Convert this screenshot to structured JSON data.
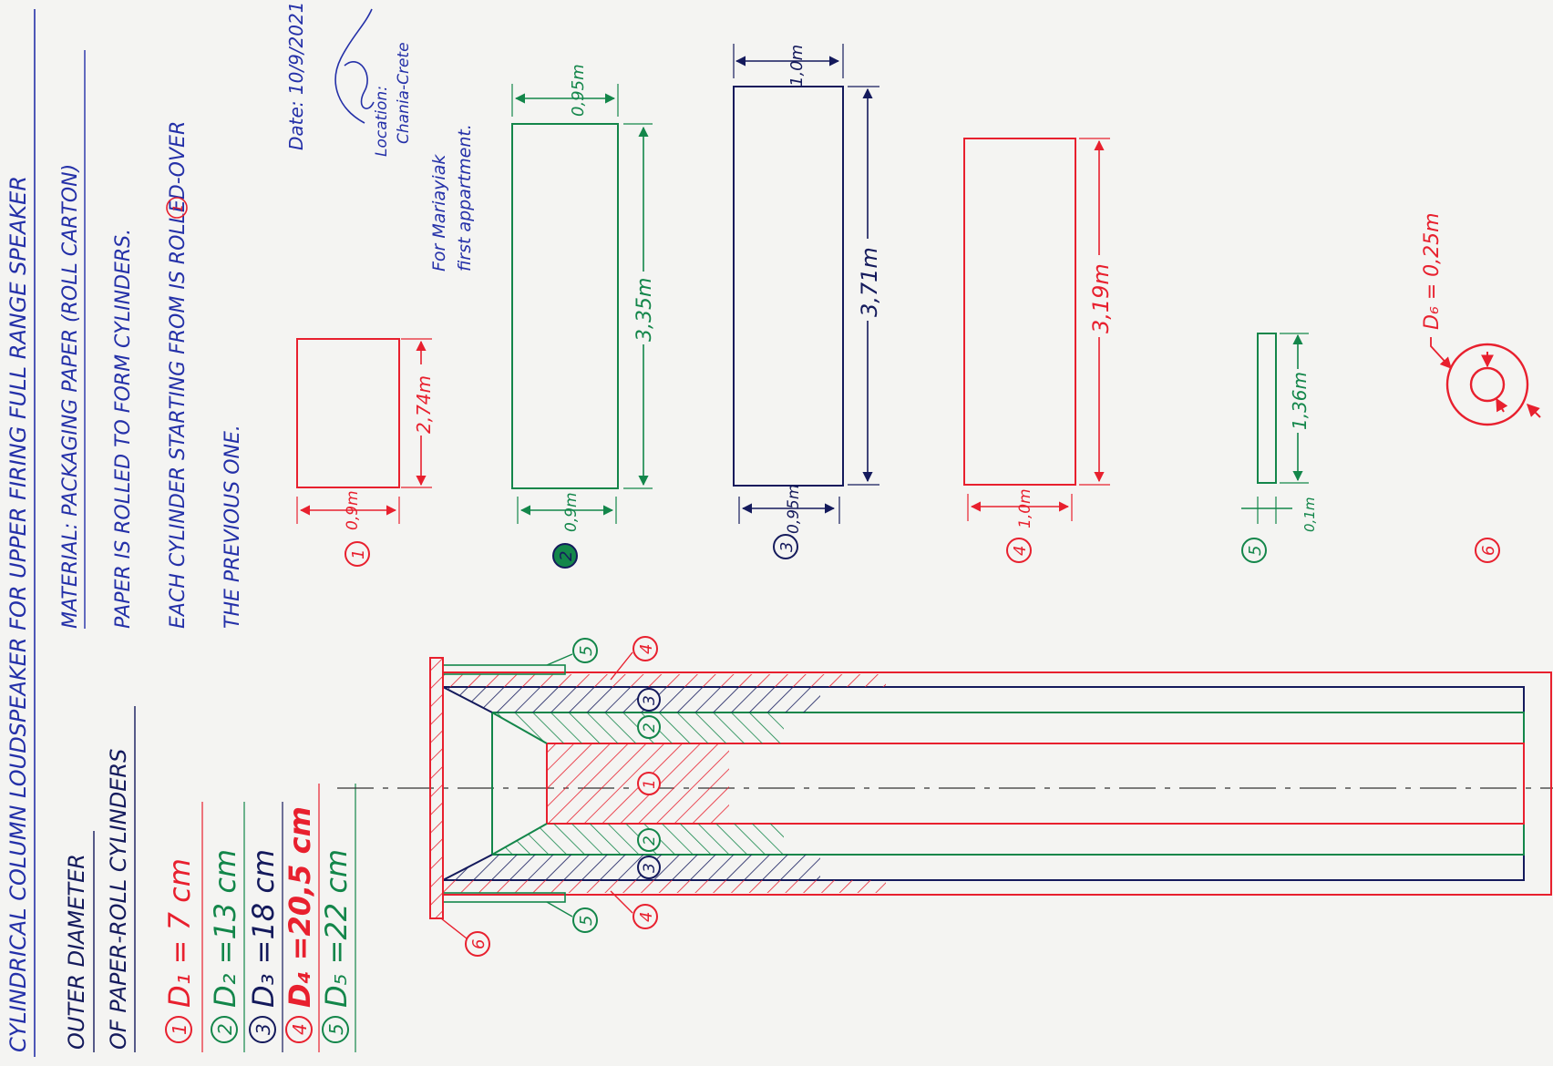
{
  "colors": {
    "paper": "#f4f4f2",
    "red": "#e8202e",
    "green": "#13864a",
    "navy": "#141a5c",
    "blue": "#2430a8"
  },
  "header": {
    "title": "CYLINDRICAL COLUMN LOUDSPEAKER  FOR UPPER FIRING  FULL RANGE SPEAKER",
    "material": "MATERIAL: PACKAGING PAPER (ROLL CARTON)",
    "line1": "PAPER IS ROLLED TO FORM CYLINDERS.",
    "line2": "EACH CYLINDER STARTING FROM     IS ROLLED-OVER",
    "line3": "THE PREVIOUS ONE.",
    "date": "Date: 10/9/2021",
    "location_line1": "Location:",
    "location_line2": "Chania-Crete",
    "note_line1": "For Mariayiak",
    "note_line2": "first appartment."
  },
  "diameters": {
    "heading_line1": "OUTER DIAMETER",
    "heading_line2": "OF PAPER-ROLL CYLINDERS",
    "items": [
      {
        "num": "1",
        "text": "D₁ = 7   cm",
        "color": "red"
      },
      {
        "num": "2",
        "text": "D₂ =13   cm",
        "color": "green"
      },
      {
        "num": "3",
        "text": "D₃ =18   cm",
        "color": "navy"
      },
      {
        "num": "4",
        "text": "D₄ =20,5 cm",
        "color": "red"
      },
      {
        "num": "5",
        "text": "D₅ =22   cm",
        "color": "green"
      }
    ]
  },
  "sheets": [
    {
      "num": "1",
      "width": "0,9m",
      "length": "2,74m",
      "color": "red"
    },
    {
      "num": "2",
      "width": "0,9m",
      "top_width": "0,95m",
      "length": "3,35m",
      "color": "green"
    },
    {
      "num": "3",
      "width": "0,95m",
      "top_width": "1,0m",
      "length": "3,71m",
      "color": "navy"
    },
    {
      "num": "4",
      "width": "1,0m",
      "length": "3,19m",
      "color": "red"
    },
    {
      "num": "5",
      "width": "0,1m",
      "length": "1,36m",
      "color": "green"
    },
    {
      "num": "6",
      "diameter": "D₆ = 0,25m",
      "color": "red"
    }
  ],
  "section_labels": {
    "upper": [
      "5",
      "4",
      "3",
      "2",
      "1"
    ],
    "lower": [
      "3",
      "2",
      "5",
      "4",
      "6"
    ]
  }
}
